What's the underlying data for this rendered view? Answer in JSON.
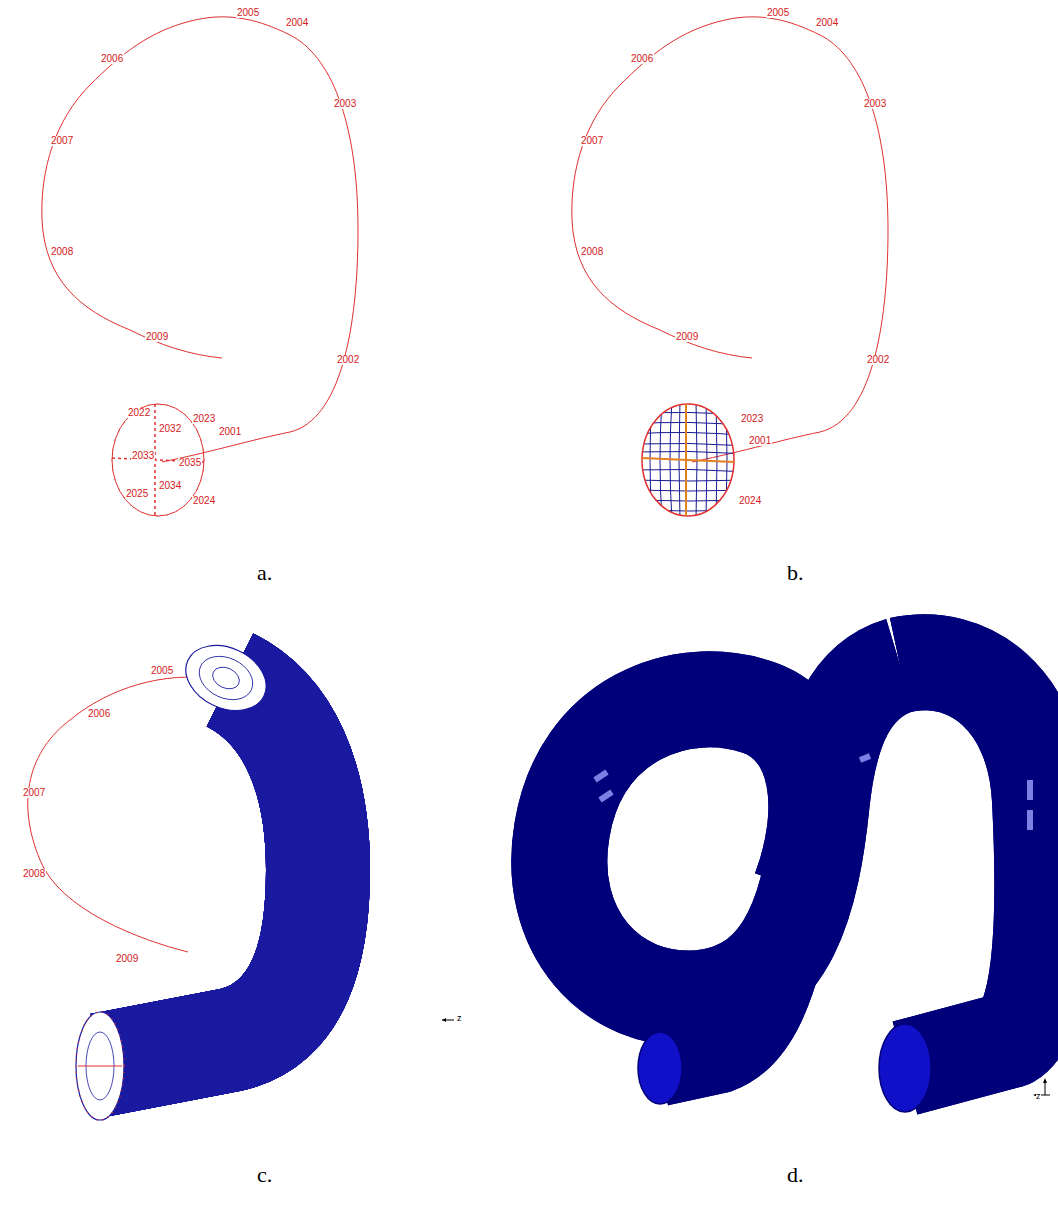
{
  "diagram": {
    "labels": [
      "2005",
      "2004",
      "2006",
      "2003",
      "2007",
      "2008",
      "2009",
      "2002",
      "2022",
      "2023",
      "2032",
      "2033",
      "2035",
      "2001",
      "2034",
      "2025",
      "2024",
      "2005",
      "2004",
      "2006",
      "2003",
      "2007",
      "2008",
      "2009",
      "2002",
      "2023",
      "2001",
      "2024",
      "2005",
      "2006",
      "2007",
      "2008",
      "2009",
      "z",
      "z",
      "a.",
      "b.",
      "c.",
      "d."
    ]
  }
}
